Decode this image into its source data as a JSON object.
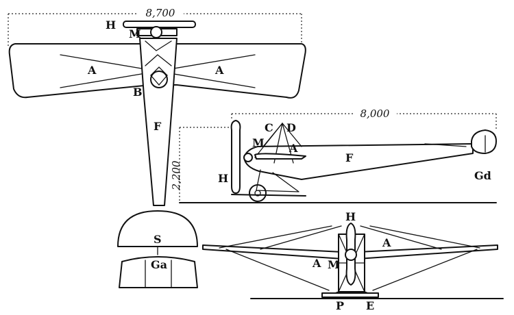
{
  "dimensions": {
    "span": "8,700",
    "length": "8,000",
    "height": "2,200"
  },
  "labels": {
    "A": "A",
    "B": "B",
    "C": "C",
    "D": "D",
    "E": "E",
    "F": "F",
    "H": "H",
    "M": "M",
    "P": "P",
    "S": "S",
    "Ga": "Ga",
    "Gd": "Gd"
  },
  "colors": {
    "ink": "#111111",
    "paper": "#ffffff"
  }
}
